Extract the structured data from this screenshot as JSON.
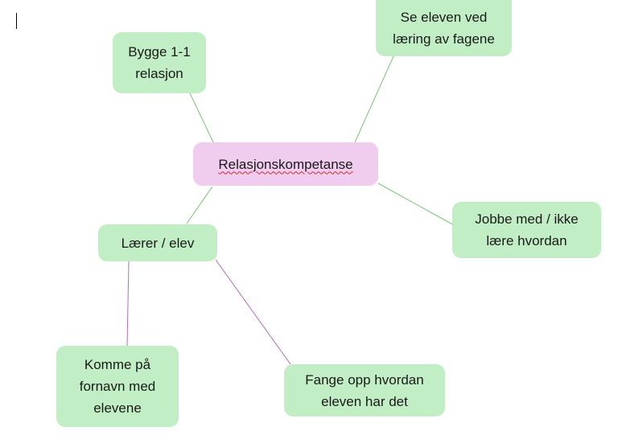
{
  "mindmap": {
    "center": {
      "label": "Relasjonskompetanse"
    },
    "nodes": {
      "bygge": {
        "label": "Bygge 1-1\nrelasjon"
      },
      "se": {
        "label": "Se eleven ved\nlæring av fagene"
      },
      "jobbe": {
        "label": "Jobbe med / ikke\nlære hvordan"
      },
      "laerer": {
        "label": "Lærer / elev"
      },
      "komme": {
        "label": "Komme på\nfornavn med\nelevene"
      },
      "fange": {
        "label": "Fange opp hvordan\neleven har det"
      }
    },
    "colors": {
      "center_fill": "#f0cdef",
      "node_fill": "#c1eec4",
      "green_connector": "#79c674",
      "purple_connector": "#b868c2",
      "spellcheck_underline": "#d92b2b"
    }
  }
}
